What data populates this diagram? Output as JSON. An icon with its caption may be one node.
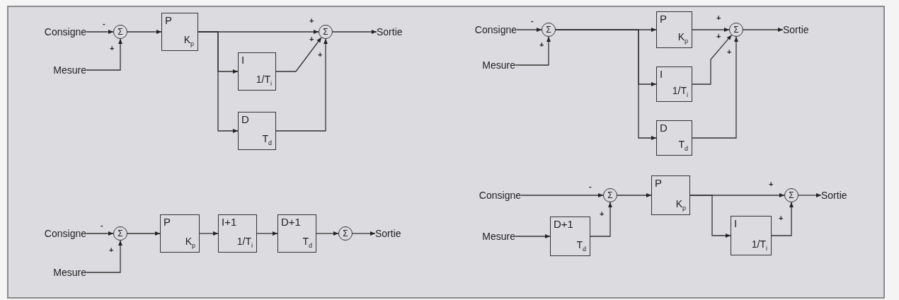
{
  "diagram": {
    "nodes": [
      {
        "text": [
          "Consigne"
        ]
      },
      {
        "text": [
          "Mesure"
        ]
      },
      {
        "text": [
          "Σ"
        ]
      },
      {
        "text": [
          "P",
          "K$_{p}$"
        ]
      },
      {
        "text": [
          "Σ"
        ]
      },
      {
        "text": [
          "Sortie"
        ]
      },
      {
        "text": [
          "I",
          "1/T$_{i}$"
        ]
      },
      {
        "text": [
          "D",
          "T$_{d}$"
        ]
      },
      {
        "text": [
          "Consigne"
        ]
      },
      {
        "text": [
          "Mesure"
        ]
      },
      {
        "text": [
          "Σ"
        ]
      },
      {
        "text": [
          "P",
          "K$_{p}$"
        ]
      },
      {
        "text": [
          "Σ"
        ]
      },
      {
        "text": [
          "Sortie"
        ]
      },
      {
        "text": [
          "I",
          "1/T$_{i}$"
        ]
      },
      {
        "text": [
          "D",
          "T$_{d}$"
        ]
      },
      {
        "text": [
          "Consigne"
        ]
      },
      {
        "text": [
          "Mesure"
        ]
      },
      {
        "text": [
          "Σ"
        ]
      },
      {
        "text": [
          "P",
          "K$_{p}$"
        ]
      },
      {
        "text": [
          "I+1",
          "1/T$_{i}$"
        ]
      },
      {
        "text": [
          "D+1",
          "T$_{d}$"
        ]
      },
      {
        "text": [
          "Σ"
        ]
      },
      {
        "text": [
          "Sortie"
        ]
      },
      {
        "text": [
          "Consigne"
        ]
      },
      {
        "text": [
          "Mesure"
        ]
      },
      {
        "text": [
          "D+1",
          "T$_{d}$"
        ]
      },
      {
        "text": [
          "Σ"
        ]
      },
      {
        "text": [
          "P",
          "K$_{p}$"
        ]
      },
      {
        "text": [
          "Σ"
        ]
      },
      {
        "text": [
          "Sortie"
        ]
      },
      {
        "text": [
          "I",
          "1/T$_{i}$"
        ]
      }
    ],
    "edges": [
      {
        "from": 0,
        "to": 2,
        "arrow": "to"
      },
      {
        "from": 1,
        "to": 2,
        "arrow": "to"
      },
      {
        "from": 2,
        "to": 3,
        "arrow": "to"
      },
      {
        "from": 3,
        "to": 4,
        "arrow": "to"
      },
      {
        "from": 3,
        "to": 6,
        "arrow": "to"
      },
      {
        "from": 3,
        "to": 7,
        "arrow": "to"
      },
      {
        "from": 6,
        "to": 4,
        "arrow": "to"
      },
      {
        "from": 7,
        "to": 4,
        "arrow": "to"
      },
      {
        "from": 4,
        "to": 5,
        "arrow": "to"
      },
      {
        "from": 8,
        "to": 10,
        "arrow": "to"
      },
      {
        "from": 9,
        "to": 10,
        "arrow": "to"
      },
      {
        "from": 10,
        "to": 11,
        "arrow": "to"
      },
      {
        "from": 10,
        "to": 14,
        "arrow": "to"
      },
      {
        "from": 10,
        "to": 15,
        "arrow": "to"
      },
      {
        "from": 11,
        "to": 12,
        "arrow": "to"
      },
      {
        "from": 14,
        "to": 12,
        "arrow": "to"
      },
      {
        "from": 15,
        "to": 12,
        "arrow": "to"
      },
      {
        "from": 12,
        "to": 13,
        "arrow": "to"
      },
      {
        "from": 16,
        "to": 18,
        "arrow": "to"
      },
      {
        "from": 17,
        "to": 18,
        "arrow": "to"
      },
      {
        "from": 18,
        "to": 19,
        "arrow": "to"
      },
      {
        "from": 19,
        "to": 20,
        "arrow": "to"
      },
      {
        "from": 20,
        "to": 21,
        "arrow": "to"
      },
      {
        "from": 21,
        "to": 22,
        "arrow": "to"
      },
      {
        "from": 22,
        "to": 23,
        "arrow": "to"
      },
      {
        "from": 24,
        "to": 27,
        "arrow": "to"
      },
      {
        "from": 25,
        "to": 26,
        "arrow": "to"
      },
      {
        "from": 26,
        "to": 27,
        "arrow": "to"
      },
      {
        "from": 27,
        "to": 28,
        "arrow": "to"
      },
      {
        "from": 28,
        "to": 29,
        "arrow": "to"
      },
      {
        "from": 28,
        "to": 31,
        "arrow": "to"
      },
      {
        "from": 31,
        "to": 29,
        "arrow": "to"
      },
      {
        "from": 29,
        "to": 30,
        "arrow": "to"
      }
    ],
    "labels": [
      "-",
      "+",
      "+",
      "+",
      "+",
      "-",
      "+",
      "+",
      "+",
      "+",
      "-",
      "+",
      "-",
      "+",
      "+",
      "+"
    ]
  }
}
